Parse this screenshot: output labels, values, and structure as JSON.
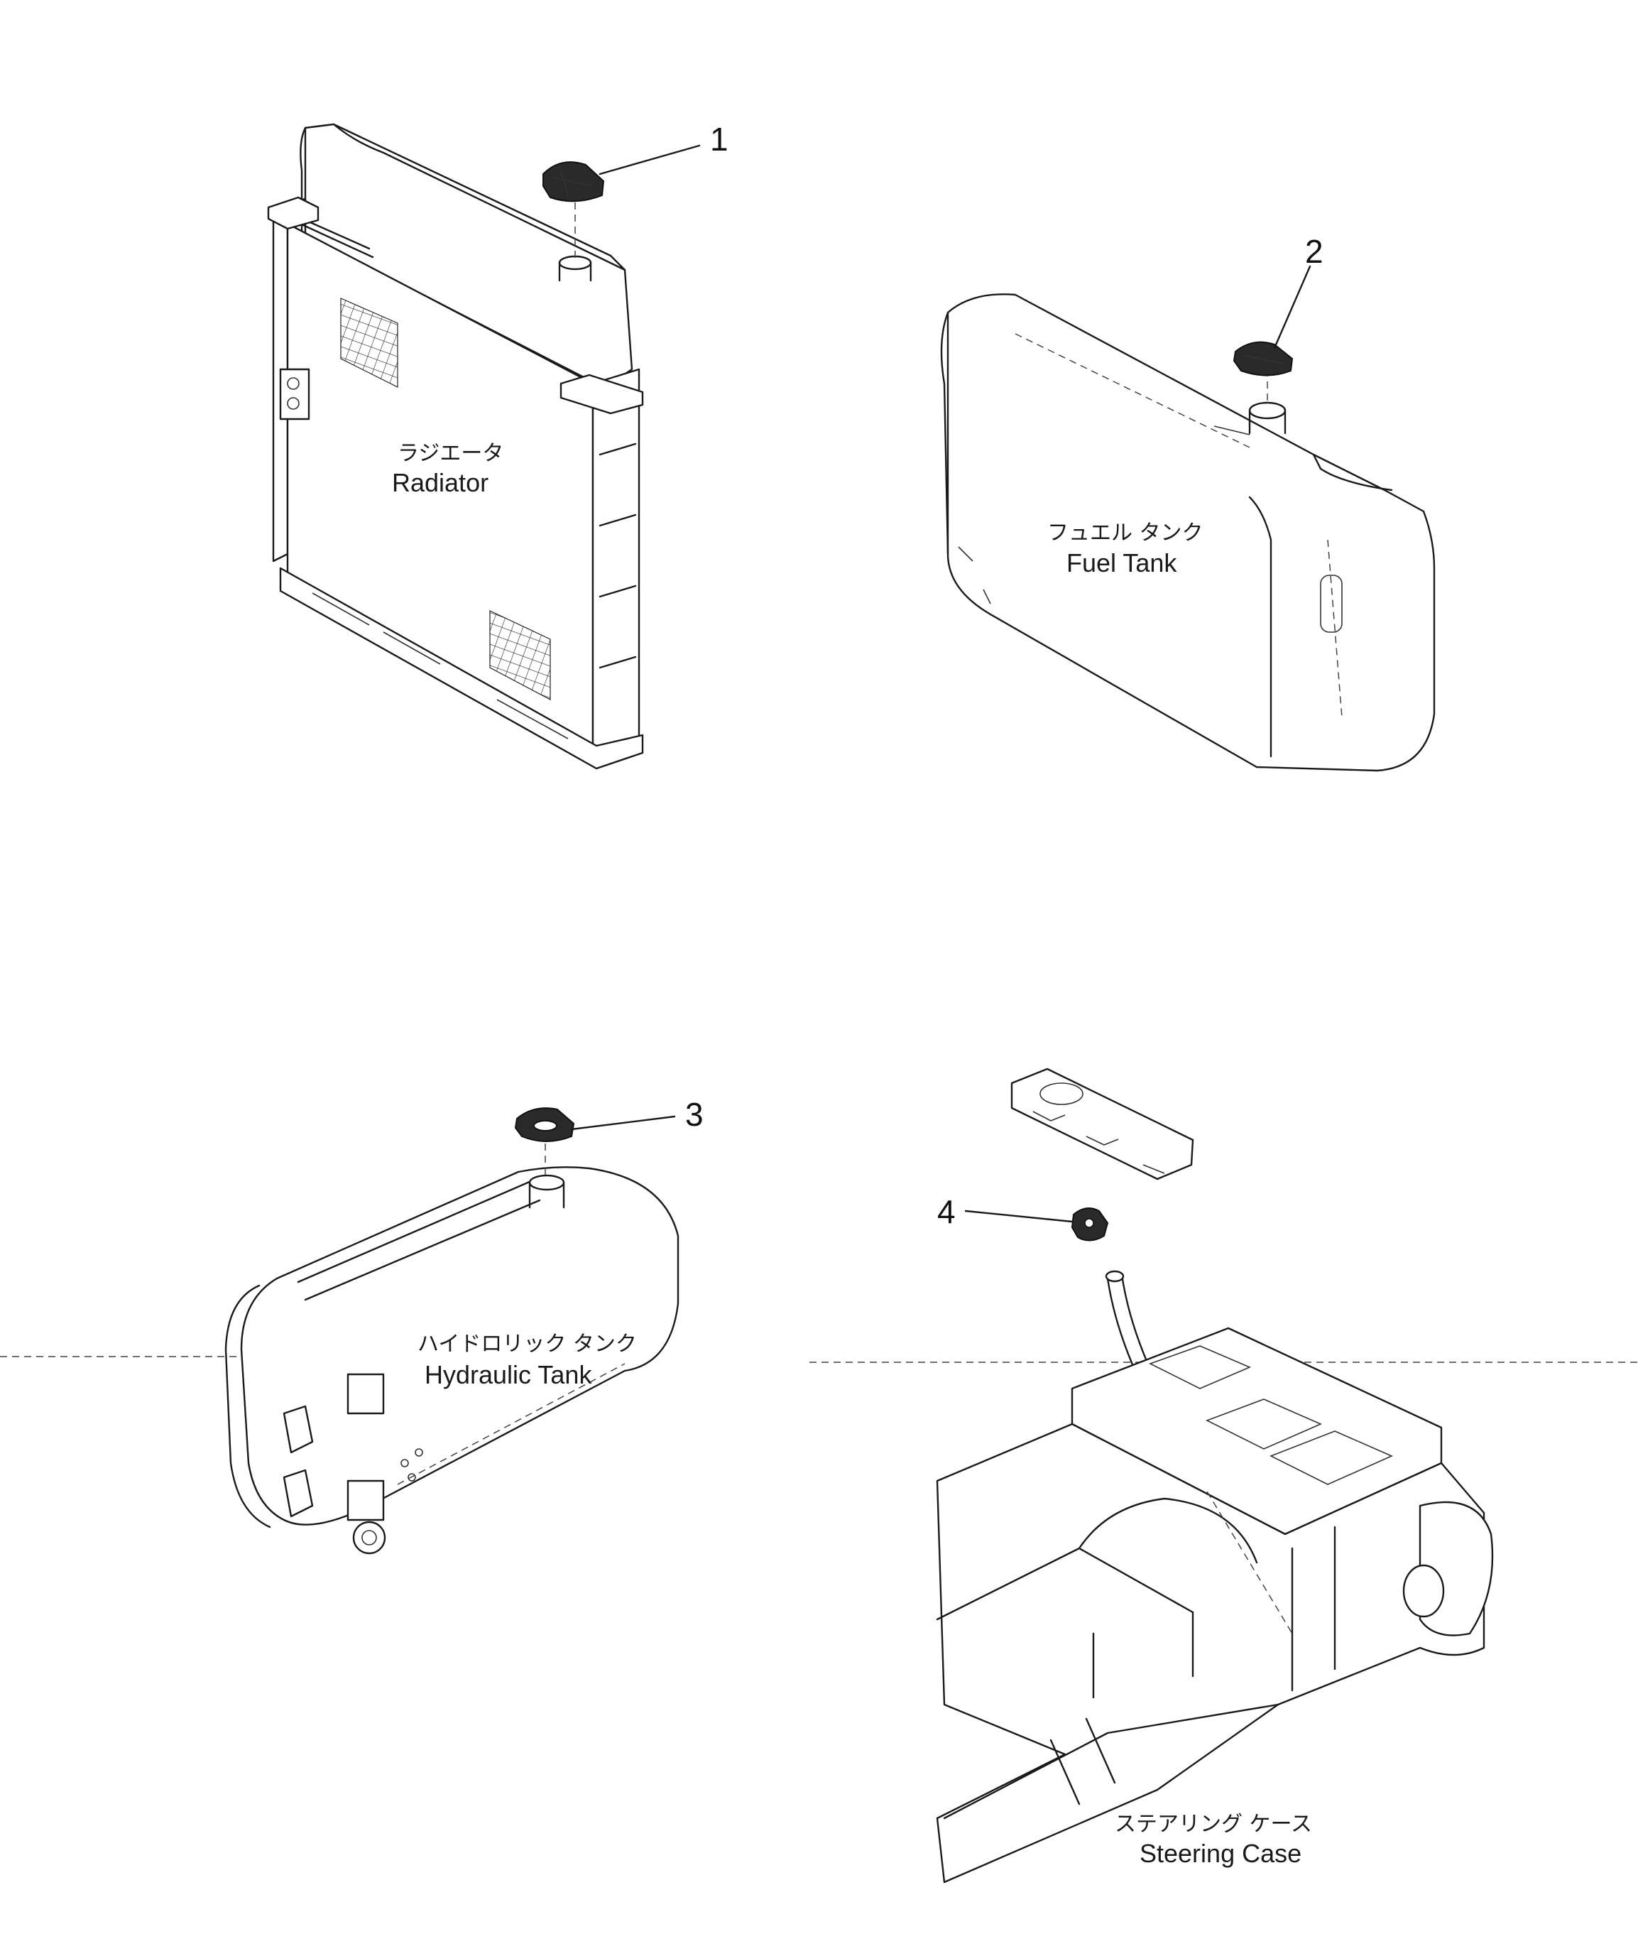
{
  "callouts": [
    "1",
    "2",
    "3",
    "4"
  ],
  "components": {
    "radiator": {
      "label_jp": "ラジエータ",
      "label_en": "Radiator"
    },
    "fuel_tank": {
      "label_jp": "フュエル タンク",
      "label_en": "Fuel Tank"
    },
    "hydraulic_tank": {
      "label_jp": "ハイドロリック タンク",
      "label_en": "Hydraulic Tank"
    },
    "steering_case": {
      "label_jp": "ステアリング ケース",
      "label_en": "Steering Case"
    }
  },
  "colors": {
    "ink": "#1a1a1a",
    "paper": "#ffffff"
  }
}
